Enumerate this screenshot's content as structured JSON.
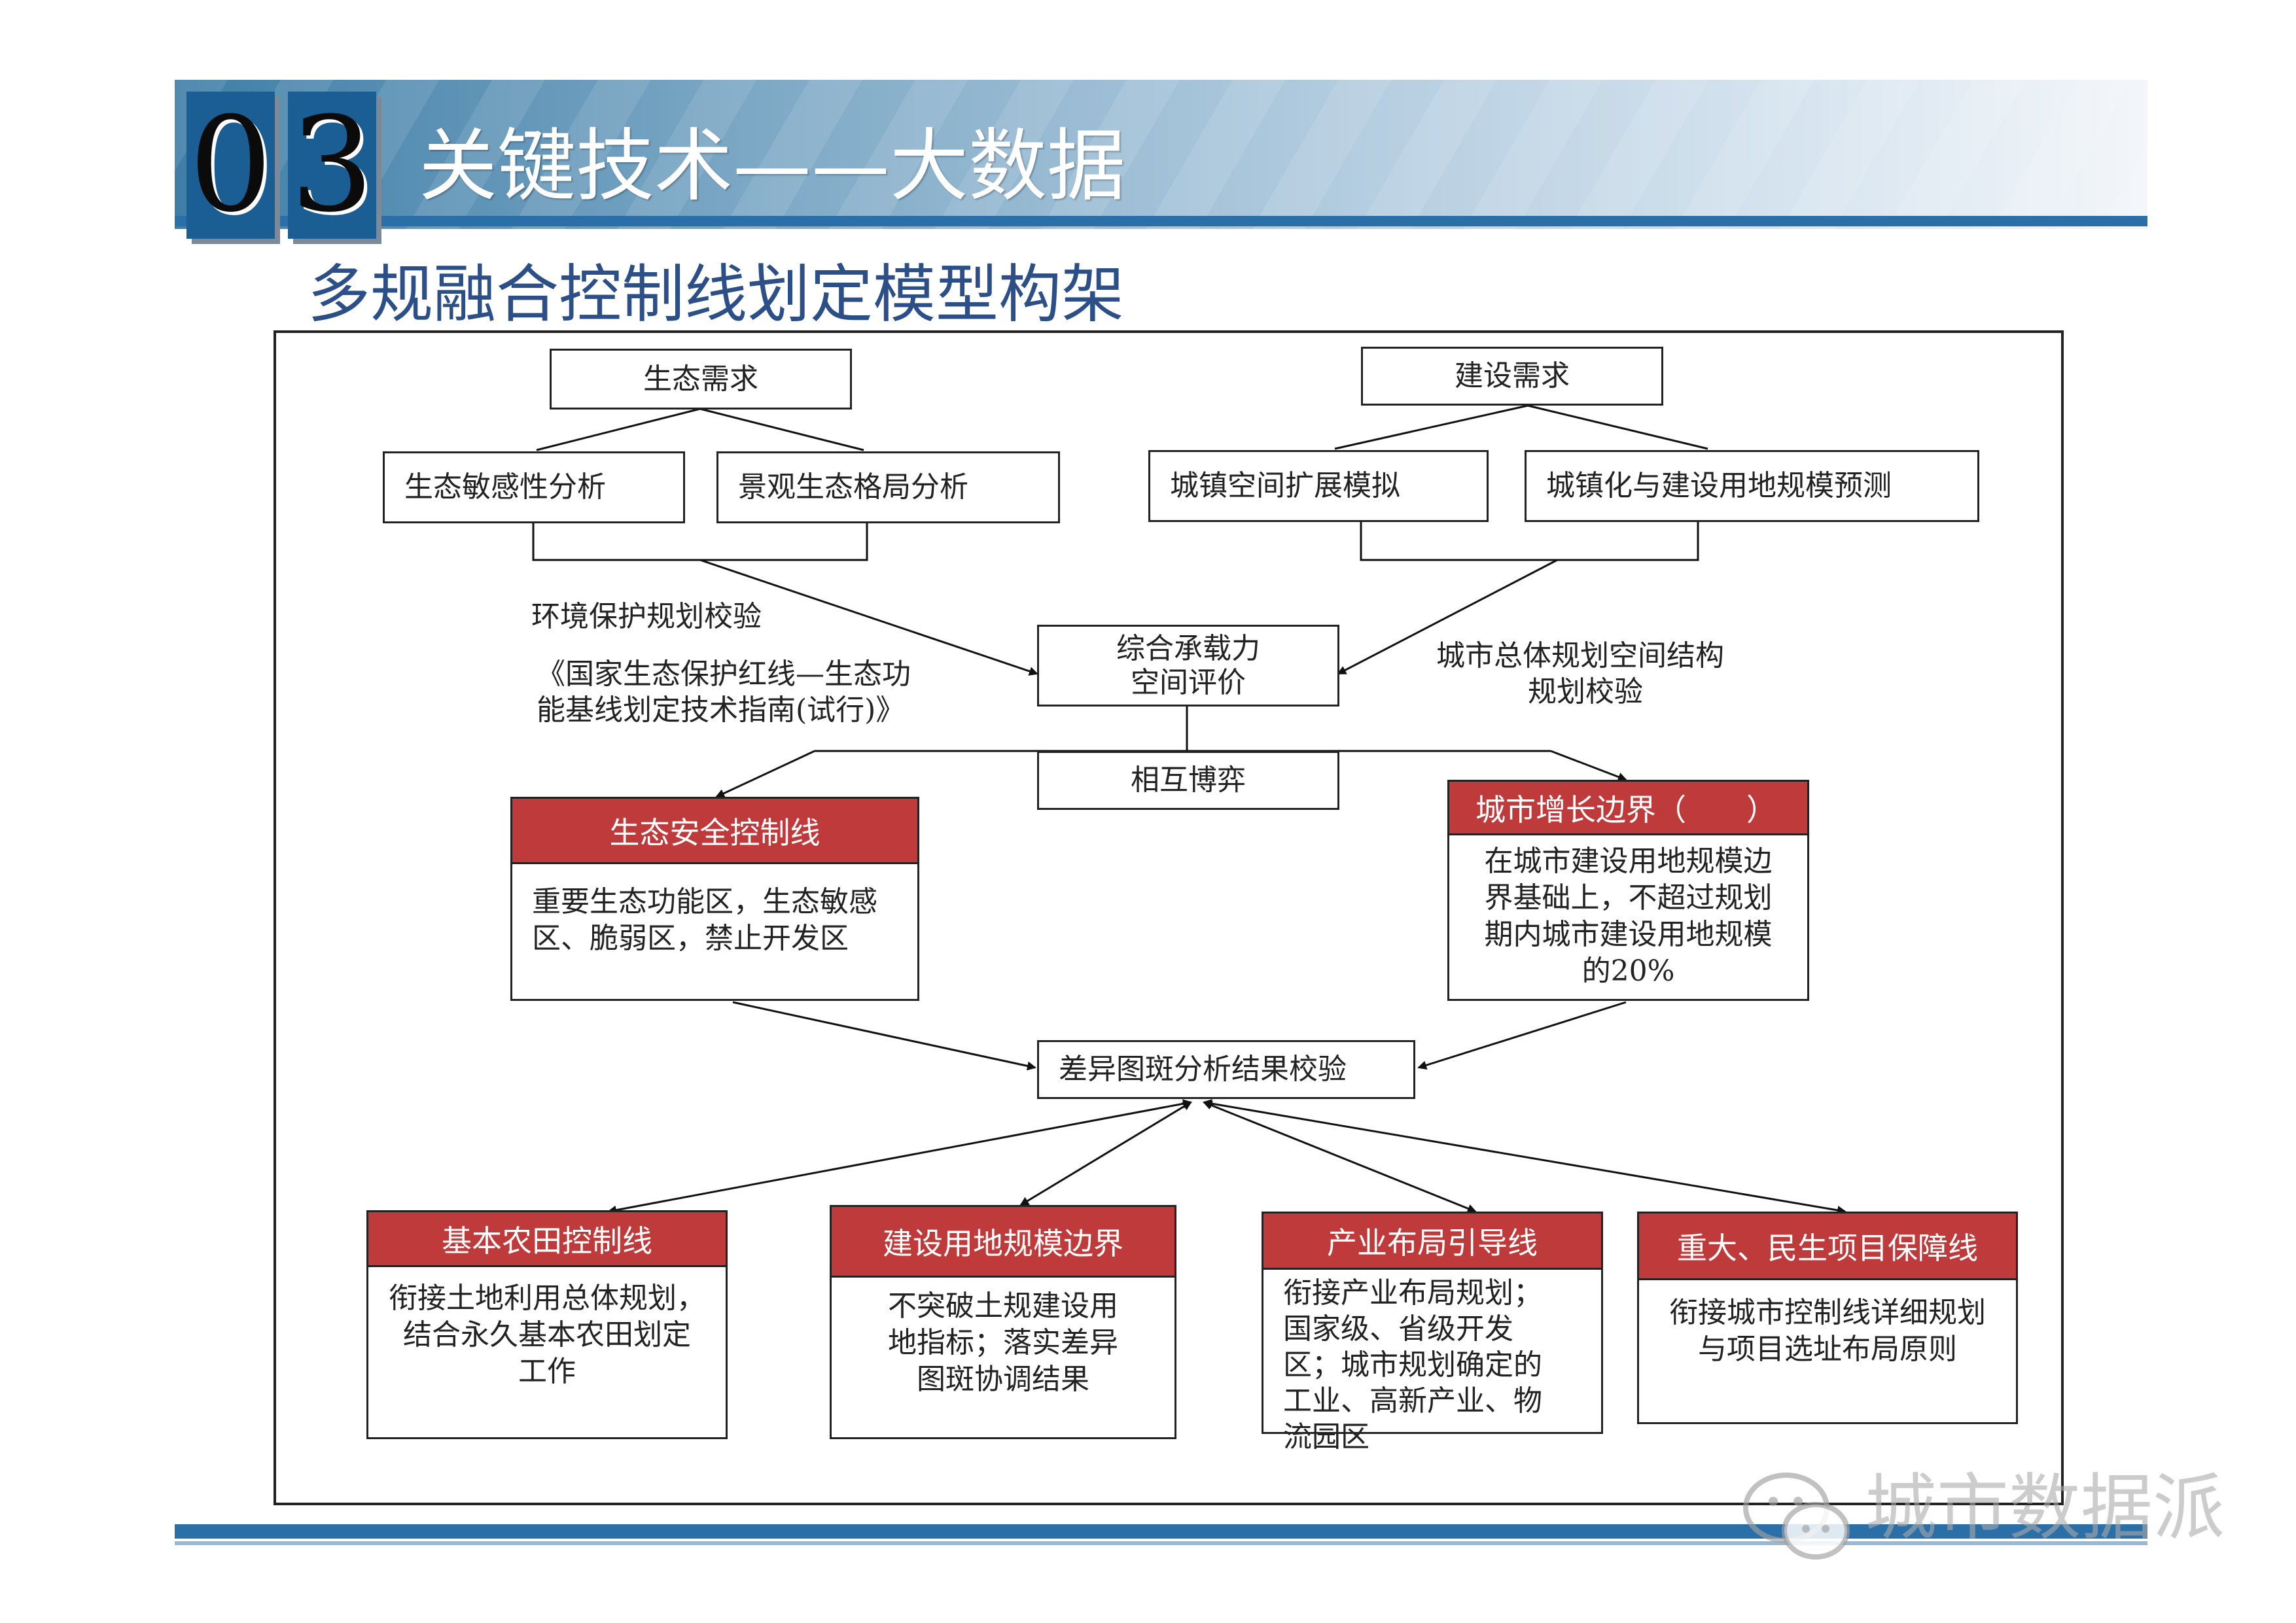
{
  "header": {
    "num1": "0",
    "num2": "3",
    "title": "关键技术——大数据"
  },
  "subtitle": "多规融合控制线划定模型构架",
  "diagram": {
    "eco_demand": "生态需求",
    "build_demand": "建设需求",
    "eco_sensitivity": "生态敏感性分析",
    "landscape_pattern": "景观生态格局分析",
    "urban_expansion": "城镇空间扩展模拟",
    "urbanization_forecast": "城镇化与建设用地规模预测",
    "env_check_label": "环境保护规划校验",
    "redline_guide_label": {
      "line1": "《国家生态保护红线—生态功",
      "line2": "能基线划定技术指南(试行)》"
    },
    "carrying_capacity": {
      "line1": "综合承载力",
      "line2": "空间评价"
    },
    "city_plan_check_label": {
      "line1": "城市总体规划空间结构",
      "line2": "规划校验"
    },
    "mutual_game": "相互博弈",
    "eco_control": {
      "title": "生态安全控制线",
      "body": {
        "line1": "重要生态功能区，生态敏感",
        "line2": "区、脆弱区，禁止开发区"
      }
    },
    "growth_boundary": {
      "title": "城市增长边界（　　）",
      "body": {
        "line1": "在城市建设用地规模边",
        "line2": "界基础上，不超过规划",
        "line3": "期内城市建设用地规模",
        "line4": "的20%"
      }
    },
    "diff_check": "差异图斑分析结果校验",
    "farmland": {
      "title": "基本农田控制线",
      "body": {
        "line1": "衔接土地利用总体规划，",
        "line2": "结合永久基本农田划定",
        "line3": "工作"
      }
    },
    "construction_land": {
      "title": "建设用地规模边界",
      "body": {
        "line1": "不突破土规建设用",
        "line2": "地指标；落实差异",
        "line3": "图斑协调结果"
      }
    },
    "industry_layout": {
      "title": "产业布局引导线",
      "body": {
        "line1": "衔接产业布局规划；",
        "line2": "国家级、省级开发",
        "line3": "区；城市规划确定的",
        "line4": "工业、高新产业、物",
        "line5": "流园区"
      }
    },
    "major_projects": {
      "title": "重大、民生项目保障线",
      "body": {
        "line1": "衔接城市控制线详细规划",
        "line2": "与项目选址布局原则"
      }
    }
  },
  "watermark": "城市数据派",
  "colors": {
    "header_blue": "#2a6fa8",
    "subtitle_blue": "#2b4f86",
    "red_header": "#bf3b3b"
  }
}
